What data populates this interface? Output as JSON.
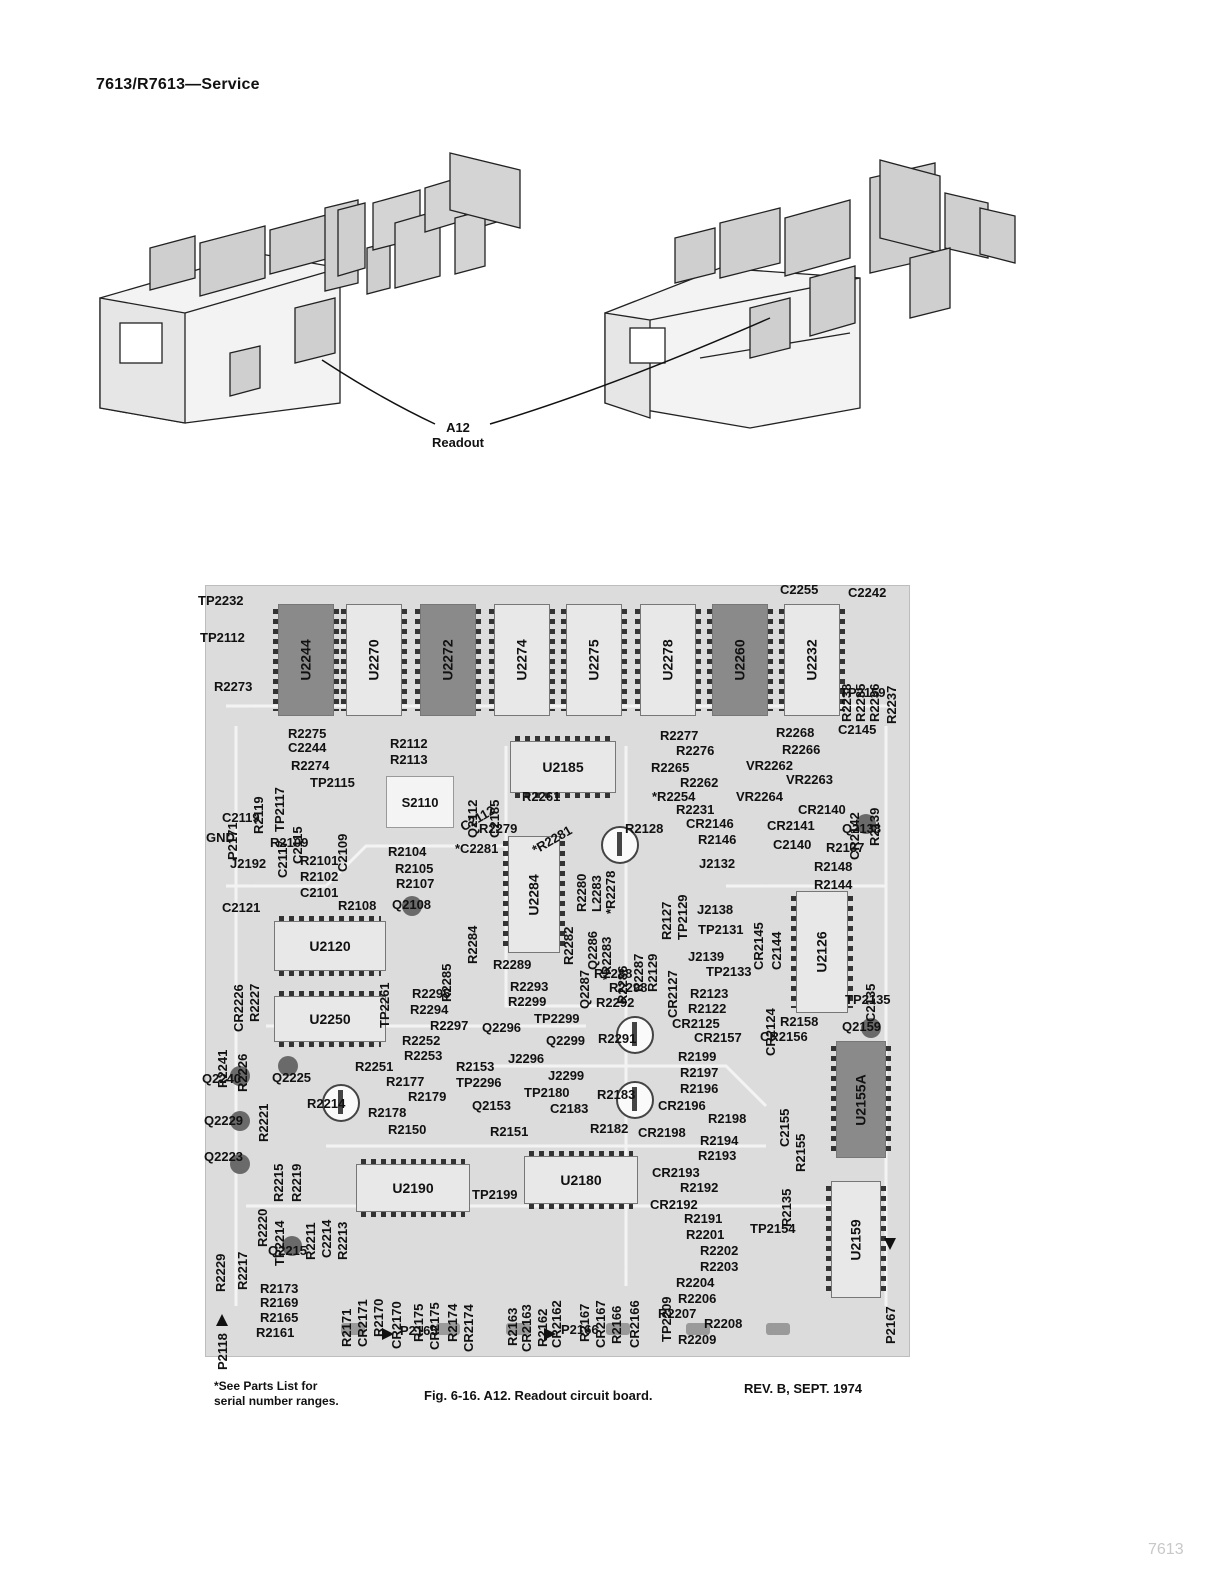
{
  "header": {
    "title": "7613/R7613—Service"
  },
  "illustration": {
    "callout_id": "A12",
    "callout_name": "Readout"
  },
  "board": {
    "chips": [
      {
        "id": "u2244",
        "label": "U2244"
      },
      {
        "id": "u2270",
        "label": "U2270"
      },
      {
        "id": "u2272",
        "label": "U2272"
      },
      {
        "id": "u2274",
        "label": "U2274"
      },
      {
        "id": "u2275",
        "label": "U2275"
      },
      {
        "id": "u2278",
        "label": "U2278"
      },
      {
        "id": "u2260",
        "label": "U2260"
      },
      {
        "id": "u2232",
        "label": "U2232"
      },
      {
        "id": "u2185",
        "label": "U2185"
      },
      {
        "id": "u2284",
        "label": "U2284"
      },
      {
        "id": "u2120",
        "label": "U2120"
      },
      {
        "id": "u2250",
        "label": "U2250"
      },
      {
        "id": "u2126",
        "label": "U2126"
      },
      {
        "id": "u2155a",
        "label": "U2155A"
      },
      {
        "id": "u2190",
        "label": "U2190"
      },
      {
        "id": "u2180",
        "label": "U2180"
      },
      {
        "id": "u2159",
        "label": "U2159"
      }
    ],
    "switch_label": "S2110",
    "labels": [
      "TP2232",
      "TP2112",
      "R2273",
      "C2255",
      "C2242",
      "R2238",
      "R2235",
      "R2236",
      "R2237",
      "TP2159",
      "R2275",
      "C2244",
      "R2274",
      "TP2115",
      "TP2117",
      "R2119",
      "P2171",
      "C2117",
      "C2115",
      "C2119",
      "GND",
      "C2109",
      "R2112",
      "R2113",
      "Q2112",
      "C2185",
      "R2261",
      "C2112",
      "R2279",
      "*R2281",
      "R2280",
      "L2283",
      "*R2278",
      "R2277",
      "R2276",
      "R2265",
      "R2262",
      "*R2254",
      "R2231",
      "R2268",
      "R2266",
      "C2145",
      "VR2262",
      "VR2263",
      "VR2264",
      "CR2142",
      "R2139",
      "CR2140",
      "CR2141",
      "Q2138",
      "C2140",
      "R2137",
      "R2148",
      "R2144",
      "R2128",
      "CR2146",
      "R2146",
      "R2127",
      "TP2129",
      "J2132",
      "CR2145",
      "C2144",
      "J2192",
      "R2109",
      "R2101",
      "R2102",
      "C2101",
      "R2104",
      "R2105",
      "R2107",
      "*C2281",
      "R2108",
      "Q2108",
      "R2284",
      "C2121",
      "CR2226",
      "R2227",
      "TP2261",
      "R2285",
      "R2282",
      "Q2286",
      "Q2287",
      "*R2283",
      "R2286",
      "R2287",
      "R2129",
      "CR2127",
      "J2138",
      "TP2131",
      "J2139",
      "TP2133",
      "CR2124",
      "C2135",
      "TP2135",
      "R2289",
      "R2288",
      "R2298",
      "R2293",
      "R2299",
      "R2292",
      "R2295",
      "R2294",
      "R2297",
      "Q2296",
      "TP2299",
      "Q2299",
      "R2291",
      "R2241",
      "R2226",
      "R2252",
      "R2253",
      "R2221",
      "R2123",
      "R2122",
      "CR2125",
      "CR2157",
      "R2158",
      "CR2156",
      "Q2159",
      "R2251",
      "R2153",
      "J2296",
      "R2199",
      "R2197",
      "Q2240",
      "Q2225",
      "R2177",
      "TP2296",
      "J2299",
      "TP2180",
      "R2183",
      "R2196",
      "R2214",
      "R2178",
      "R2179",
      "Q2153",
      "C2183",
      "CR2196",
      "R2198",
      "C2155",
      "R2155",
      "Q2229",
      "R2215",
      "R2219",
      "R2150",
      "R2151",
      "R2182",
      "CR2198",
      "R2194",
      "R2135",
      "R2193",
      "Q2223",
      "R2220",
      "TP2214",
      "R2211",
      "C2214",
      "R2213",
      "CR2193",
      "R2192",
      "TP2199",
      "CR2192",
      "R2229",
      "R2217",
      "R2191",
      "R2201",
      "TP2154",
      "Q2215",
      "R2202",
      "R2203",
      "R2171",
      "CR2171",
      "R2170",
      "CR2170",
      "R2175",
      "CR2175",
      "R2174",
      "CR2174",
      "R2163",
      "CR2163",
      "R2162",
      "CR2162",
      "R2167",
      "CR2167",
      "R2166",
      "CR2166",
      "TP2209",
      "R2204",
      "R2206",
      "R2207",
      "R2208",
      "R2209",
      "P2167",
      "P2118",
      "R2173",
      "R2169",
      "R2165",
      "R2161",
      "P2165",
      "P2166"
    ]
  },
  "footnote": {
    "line1": "*See Parts List for",
    "line2": "serial number ranges."
  },
  "caption": "Fig. 6-16.  A12. Readout circuit board.",
  "revision": "REV. B, SEPT. 1974",
  "page_number": "7613"
}
